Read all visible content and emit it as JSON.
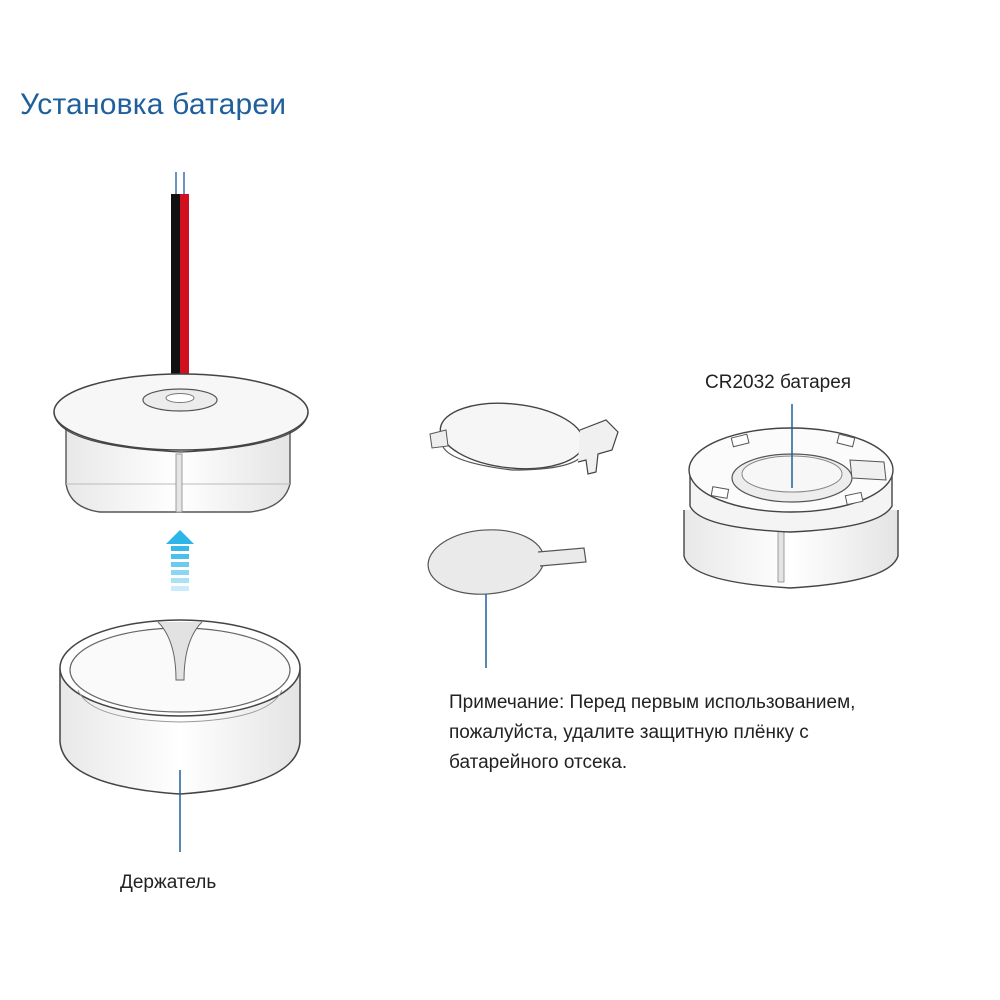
{
  "header": {
    "title": "Установка батареи"
  },
  "labels": {
    "battery": "CR2032 батарея",
    "holder": "Держатель"
  },
  "note": {
    "lines": [
      "Примечание: Перед первым использованием,",
      "пожалуйста, удалите защитную плёнку с",
      "батарейного отсека."
    ]
  },
  "colors": {
    "title": "#1f5f9c",
    "callout_line": "#1f5f9c",
    "wire_red": "#d0101e",
    "wire_black": "#111111",
    "wire_blue": "#3a6fb0",
    "arrow": "#2bb5e8"
  }
}
